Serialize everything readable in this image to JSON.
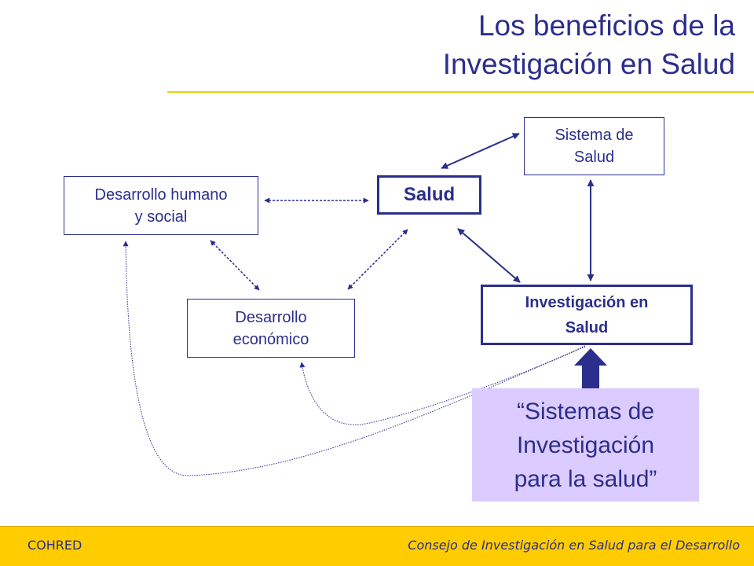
{
  "slide": {
    "title_line1": "Los beneficios de la",
    "title_line2": "Investigación en Salud"
  },
  "diagram": {
    "nodes": {
      "desarrollo_humano_line1": "Desarrollo humano",
      "desarrollo_humano_line2": "y social",
      "salud": "Salud",
      "sistema_line1": "Sistema de",
      "sistema_line2": "Salud",
      "desarrollo_eco_line1": "Desarrollo",
      "desarrollo_eco_line2": "económico",
      "investigacion_line1": "Investigación en",
      "investigacion_line2": "Salud"
    },
    "callout": {
      "line1": "“Sistemas de",
      "line2": "Investigación",
      "line3": "para la salud”"
    }
  },
  "footer": {
    "left": "COHRED",
    "right": "Consejo de Investigación en Salud para el Desarrollo"
  },
  "colors": {
    "primary": "#2b2e8c",
    "accent": "#ffcc00",
    "callout_bg": "#dccbff",
    "rule": "#f3cf00"
  }
}
